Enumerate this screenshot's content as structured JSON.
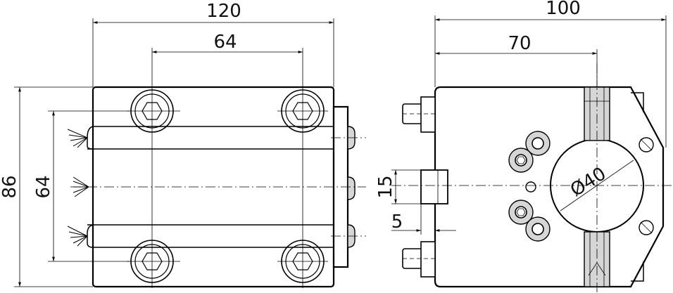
{
  "dimensions": {
    "front_width": "120",
    "front_bolt_spacing": "64",
    "overall_height": "86",
    "vertical_bolt_spacing": "64",
    "side_depth": "100",
    "bore_position": "70",
    "bore_diameter": "Ø40",
    "slot_height": "15",
    "slot_offset": "5"
  },
  "colors": {
    "line": "#000000",
    "fill": "#ffffff",
    "shade": "#d6d6d6"
  }
}
